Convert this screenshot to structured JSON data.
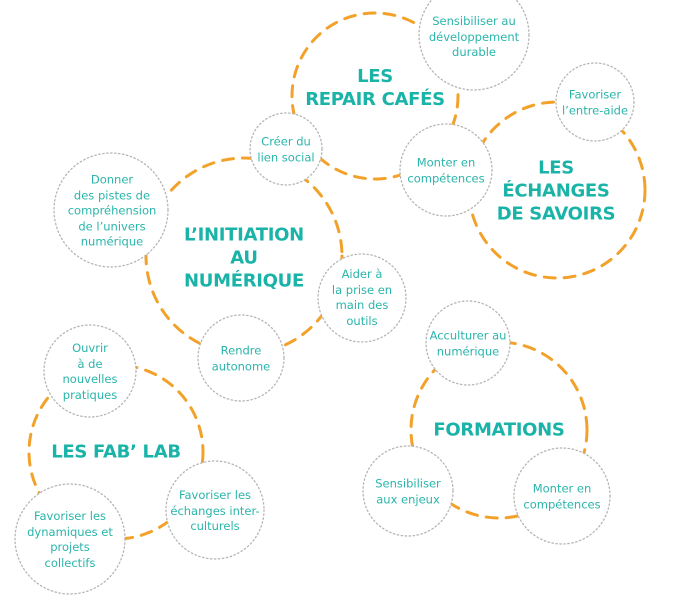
{
  "colors": {
    "main_text": "#1ab3a8",
    "sub_text": "#2ab5ab",
    "dashed_ring": "#f2a22a",
    "dotted_ring": "#b5b5b5"
  },
  "hubs": {
    "repair_cafes": "LES\nREPAIR CAFÉS",
    "echanges_savoirs": "LES\nÉCHANGES\nDE SAVOIRS",
    "initiation_numerique": "L’INITIATION\nAU\nNUMÉRIQUE",
    "fab_lab": "LES FAB’ LAB",
    "formations": "FORMATIONS"
  },
  "bubbles": {
    "sensibiliser_dev_durable": "Sensibiliser au\ndéveloppement\ndurable",
    "favoriser_entraide": "Favoriser\nl’entre-aide",
    "creer_lien_social": "Créer du\nlien social",
    "monter_competences_1": "Monter en\ncompétences",
    "donner_pistes": "Donner\ndes pistes de\ncompréhension\nde l’univers\nnumérique",
    "aider_prise_en_main": "Aider à\nla prise en\nmain des\noutils",
    "rendre_autonome": "Rendre\nautonome",
    "ouvrir_pratiques": "Ouvrir\nà de\nnouvelles\npratiques",
    "favoriser_dynamiques": "Favoriser les\ndynamiques et\nprojets\ncollectifs",
    "favoriser_echanges_interculturels": "Favoriser les\néchanges inter-\nculturels",
    "acculturer_numerique": "Acculturer au\nnumérique",
    "sensibiliser_enjeux": "Sensibiliser\naux enjeux",
    "monter_competences_2": "Monter en\ncompétences"
  }
}
